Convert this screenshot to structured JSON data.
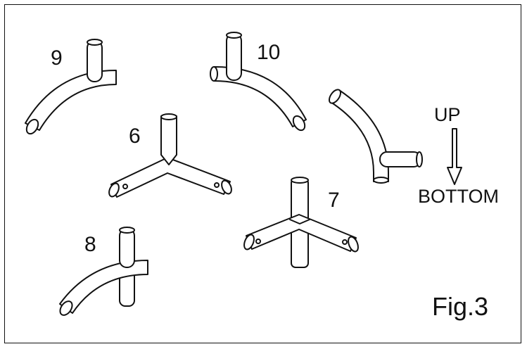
{
  "labels": {
    "part_9": "9",
    "part_10": "10",
    "part_6": "6",
    "part_7": "7",
    "part_8": "8"
  },
  "direction": {
    "up": "UP",
    "bottom": "BOTTOM"
  },
  "figure_caption": "Fig.3",
  "colors": {
    "stroke": "#111111",
    "fill": "#ffffff"
  }
}
